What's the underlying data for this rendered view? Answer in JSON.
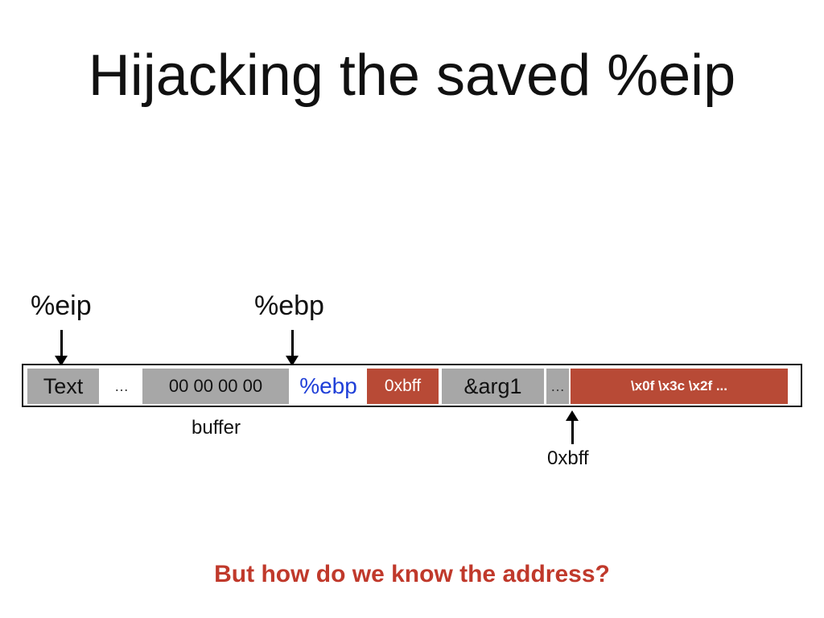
{
  "slide": {
    "title": "Hijacking the saved %eip",
    "question": "But how do we know the address?"
  },
  "pointers": {
    "eip_label": "%eip",
    "ebp_label": "%ebp",
    "address_label": "0xbff"
  },
  "stack": {
    "cells": {
      "text": "Text",
      "dots1": "…",
      "buffer_bytes": "00 00 00 00",
      "saved_ebp": "%ebp",
      "saved_eip": "0xbff",
      "arg1": "&arg1",
      "dots2": "…",
      "payload": "\\x0f \\x3c \\x2f ..."
    },
    "buffer_label": "buffer"
  },
  "colors": {
    "cell_gray": "#a7a7a7",
    "cell_red": "#b84a36",
    "ebp_text": "#1f3fd8",
    "question_text": "#c0392b"
  }
}
